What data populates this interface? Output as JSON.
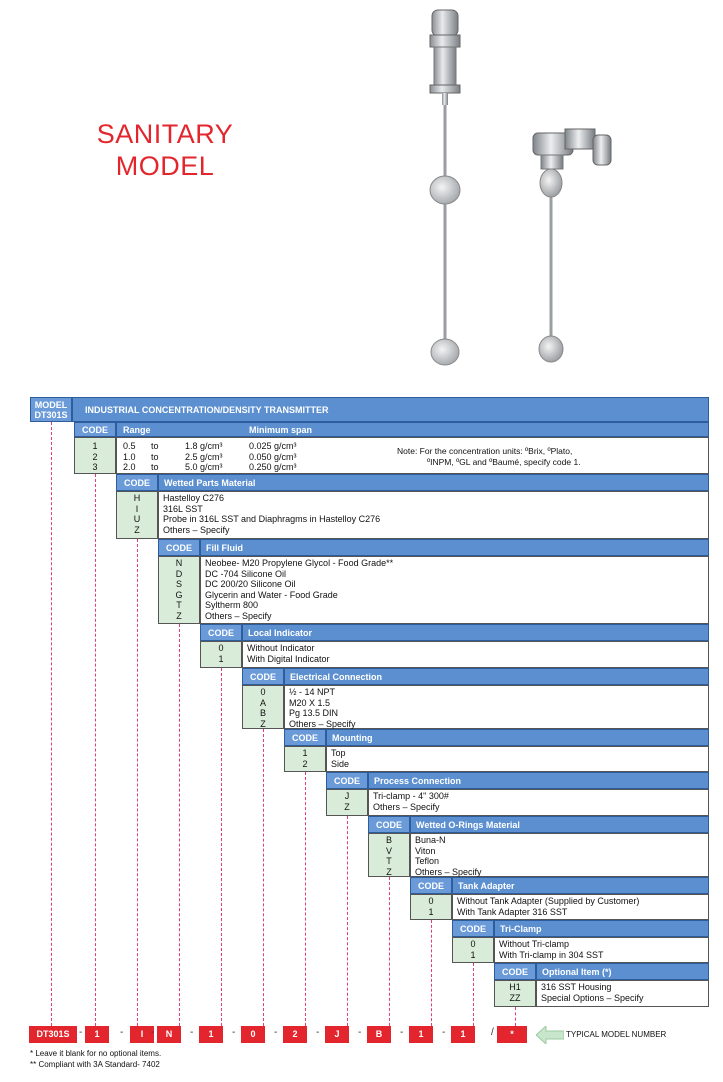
{
  "title": {
    "line1": "SANITARY",
    "line2": "MODEL"
  },
  "model": {
    "label": "MODEL",
    "code": "DT301S",
    "description": "INDUSTRIAL CONCENTRATION/DENSITY TRANSMITTER"
  },
  "range_section": {
    "code_label": "CODE",
    "range_label": "Range",
    "span_label": "Minimum span",
    "codes": [
      "1",
      "2",
      "3"
    ],
    "rows": [
      {
        "from": "0.5",
        "to": "to",
        "max": "1.8 g/cm³",
        "span": "0.025 g/cm³"
      },
      {
        "from": "1.0",
        "to": "to",
        "max": "2.5 g/cm³",
        "span": "0.050 g/cm³"
      },
      {
        "from": "2.0",
        "to": "to",
        "max": "5.0 g/cm³",
        "span": "0.250 g/cm³"
      }
    ],
    "note_line1": "Note: For the concentration units: ºBrix, ºPlato,",
    "note_line2": "ºINPM, ºGL and ºBaumé, specify code 1."
  },
  "sections": [
    {
      "code_label": "CODE",
      "title": "Wetted Parts Material",
      "codes": [
        "H",
        "I",
        "U",
        "Z"
      ],
      "items": [
        "Hastelloy C276",
        "316L SST",
        "Probe in 316L SST and Diaphragms in Hastelloy C276",
        "Others – Specify"
      ]
    },
    {
      "code_label": "CODE",
      "title": "Fill Fluid",
      "codes": [
        "N",
        "D",
        "S",
        "G",
        "T",
        "Z"
      ],
      "items": [
        "Neobee- M20 Propylene Glycol - Food Grade**",
        "DC -704 Silicone Oil",
        "DC 200/20 Silicone Oil",
        "Glycerin and Water - Food Grade",
        "Syltherm 800",
        "Others – Specify"
      ]
    },
    {
      "code_label": "CODE",
      "title": "Local Indicator",
      "codes": [
        "0",
        "1"
      ],
      "items": [
        "Without Indicator",
        "With Digital Indicator"
      ]
    },
    {
      "code_label": "CODE",
      "title": "Electrical Connection",
      "codes": [
        "0",
        "A",
        "B",
        "Z"
      ],
      "items": [
        "½ - 14 NPT",
        "M20 X 1.5",
        "Pg 13.5 DIN",
        "Others – Specify"
      ]
    },
    {
      "code_label": "CODE",
      "title": "Mounting",
      "codes": [
        "1",
        "2"
      ],
      "items": [
        "Top",
        "Side"
      ]
    },
    {
      "code_label": "CODE",
      "title": "Process Connection",
      "codes": [
        "J",
        "Z"
      ],
      "items": [
        "Tri-clamp - 4\" 300#",
        "Others – Specify"
      ]
    },
    {
      "code_label": "CODE",
      "title": "Wetted O-Rings Material",
      "codes": [
        "B",
        "V",
        "T",
        "Z"
      ],
      "items": [
        "Buna-N",
        "Viton",
        "Teflon",
        "Others – Specify"
      ]
    },
    {
      "code_label": "CODE",
      "title": "Tank Adapter",
      "codes": [
        "0",
        "1"
      ],
      "items": [
        "Without Tank Adapter (Supplied by Customer)",
        "With Tank Adapter 316 SST"
      ]
    },
    {
      "code_label": "CODE",
      "title": "Tri-Clamp",
      "codes": [
        "0",
        "1"
      ],
      "items": [
        "Without Tri-clamp",
        "With Tri-clamp in 304 SST"
      ]
    },
    {
      "code_label": "CODE",
      "title": "Optional Item (*)",
      "codes": [
        "H1",
        "ZZ"
      ],
      "items": [
        "316 SST Housing",
        "Special Options – Specify"
      ]
    }
  ],
  "typical": {
    "label": "TYPICAL MODEL NUMBER",
    "boxes": [
      "DT301S",
      "1",
      "I",
      "N",
      "1",
      "0",
      "2",
      "J",
      "B",
      "1",
      "1",
      "*"
    ],
    "separators": [
      "-",
      "-",
      "-",
      "-",
      "-",
      "-",
      "-",
      "-",
      "-",
      "-",
      "/"
    ]
  },
  "footnotes": [
    "* Leave it blank for no optional items.",
    "** Compliant with 3A Standard- 7402"
  ],
  "colors": {
    "header_blue": "#5b8fd0",
    "code_green": "#d9ecd9",
    "accent_red": "#e3262d",
    "leader_pink": "#e3406e"
  }
}
